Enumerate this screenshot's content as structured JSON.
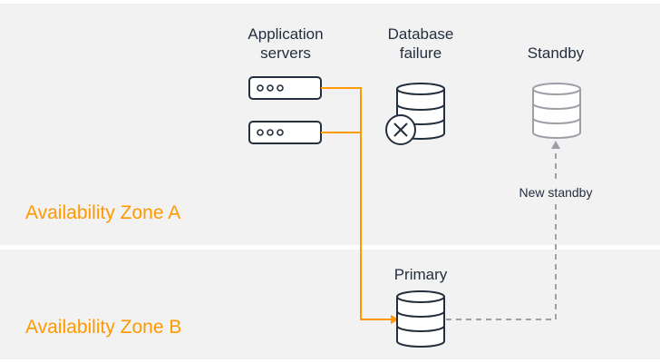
{
  "zones": {
    "a": {
      "label": "Availability Zone A"
    },
    "b": {
      "label": "Availability Zone B"
    }
  },
  "labels": {
    "app_servers_line1": "Application",
    "app_servers_line2": "servers",
    "db_failure_line1": "Database",
    "db_failure_line2": "failure",
    "standby": "Standby",
    "new_standby": "New standby",
    "primary": "Primary"
  },
  "icons": {
    "app_server": "server-rack-icon",
    "failed_db": "database-failure-icon",
    "standby_db": "database-icon",
    "primary_db": "database-icon"
  },
  "colors": {
    "accent": "#ff9900",
    "ink": "#232f3e",
    "muted": "#9aa0a6",
    "zone_bg": "#f2f2f2"
  }
}
